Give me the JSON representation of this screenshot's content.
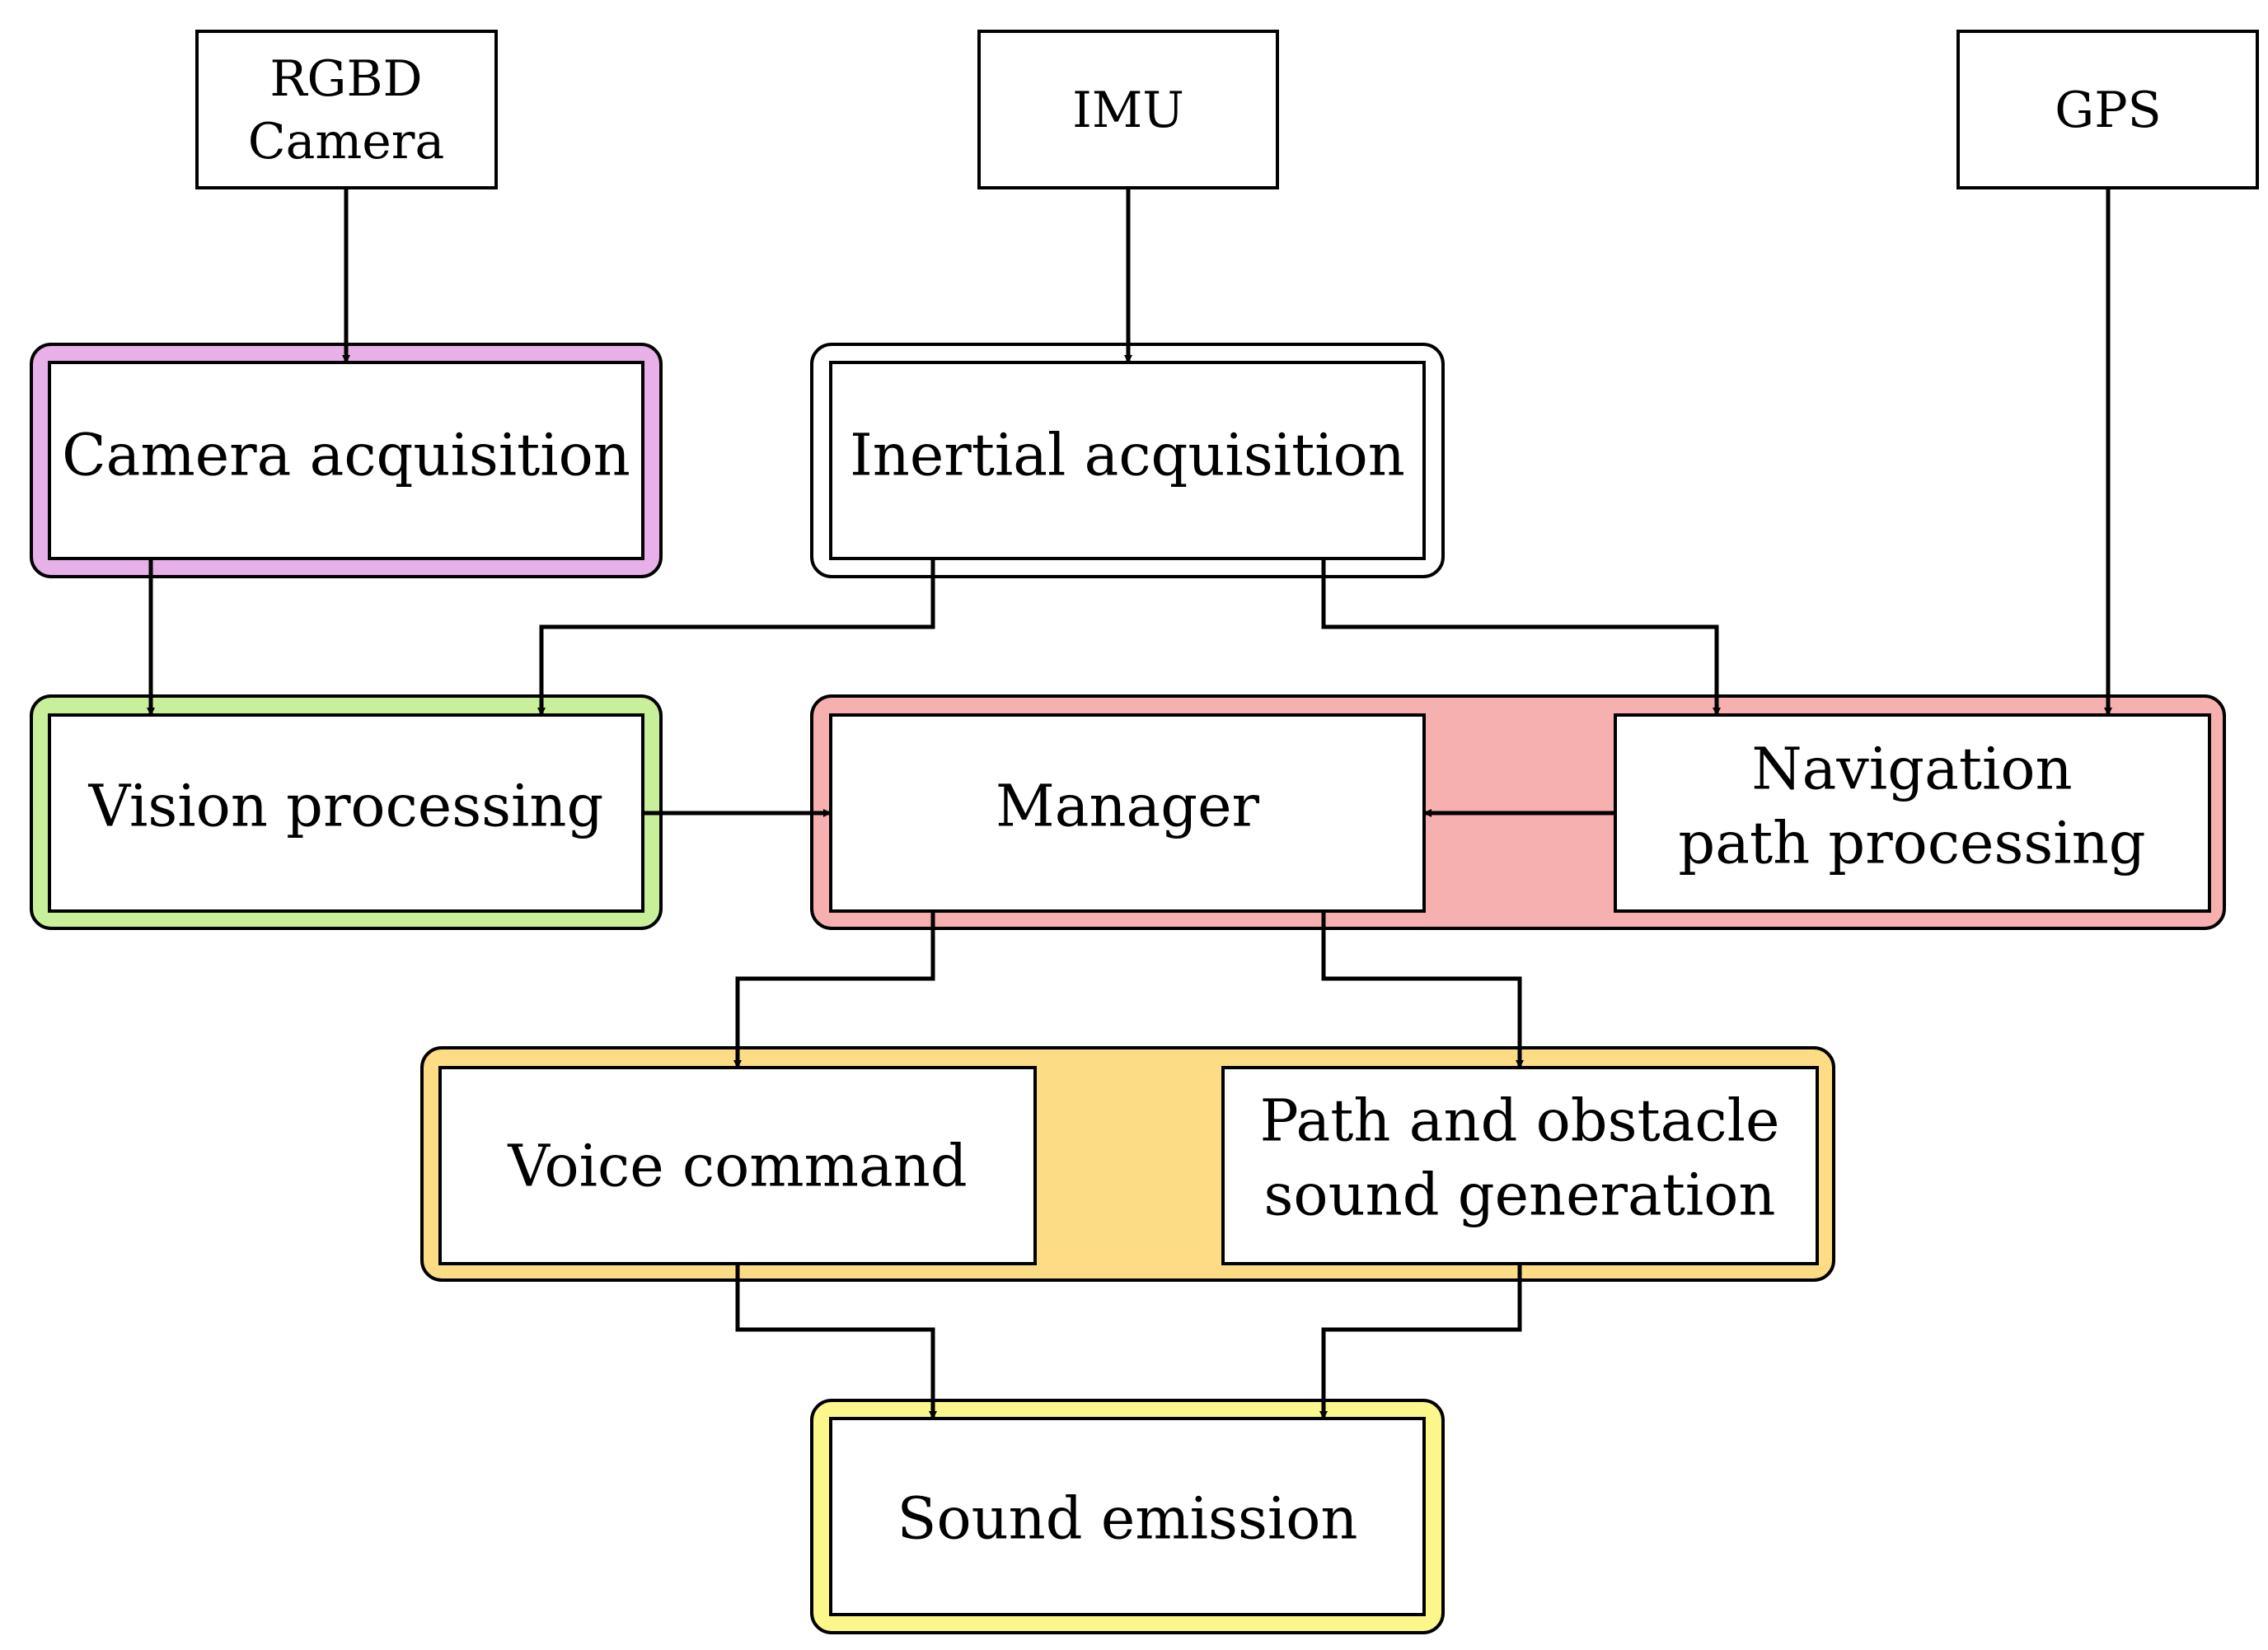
{
  "sensors": {
    "rgbd_camera": {
      "lines": [
        "RGBD",
        "Camera"
      ]
    },
    "imu": {
      "lines": [
        "IMU"
      ]
    },
    "gps": {
      "lines": [
        "GPS"
      ]
    }
  },
  "modules": {
    "camera_acquisition": {
      "lines": [
        "Camera acquisition"
      ]
    },
    "inertial_acquisition": {
      "lines": [
        "Inertial acquisition"
      ]
    },
    "vision_processing": {
      "lines": [
        "Vision processing"
      ]
    },
    "manager": {
      "lines": [
        "Manager"
      ]
    },
    "navigation_path_processing": {
      "lines": [
        "Navigation",
        "path processing"
      ]
    },
    "voice_command": {
      "lines": [
        "Voice command"
      ]
    },
    "path_obstacle_sound": {
      "lines": [
        "Path and obstacle",
        "sound generation"
      ]
    },
    "sound_emission": {
      "lines": [
        "Sound emission"
      ]
    }
  },
  "colors": {
    "camera_group": "#e8b0e8",
    "inertial_group": "#ffffff",
    "vision_group": "#c8f09a",
    "manager_group": "#f7b0b0",
    "sound_gen_group": "#fcdc84",
    "emission_group": "#fbf78a",
    "line": "#000000"
  }
}
